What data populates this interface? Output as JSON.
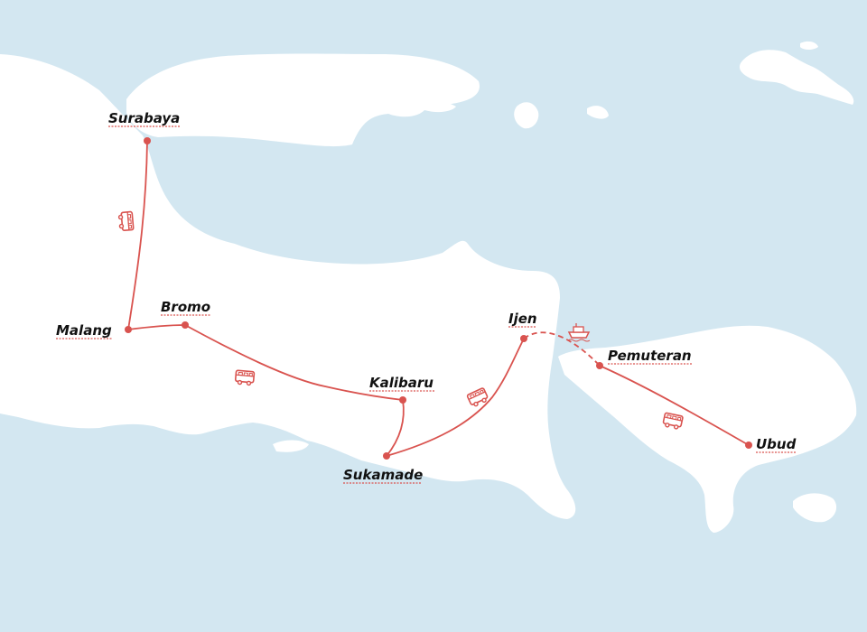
{
  "colors": {
    "water": "#d3e7f1",
    "land": "#ffffff",
    "route": "#d9534f",
    "label": "#111111"
  },
  "places": {
    "surabaya": "Surabaya",
    "malang": "Malang",
    "bromo": "Bromo",
    "kalibaru": "Kalibaru",
    "sukamade": "Sukamade",
    "ijen": "Ijen",
    "pemuteran": "Pemuteran",
    "ubud": "Ubud"
  },
  "icons": {
    "bus": "bus-icon",
    "ferry": "ferry-icon"
  }
}
